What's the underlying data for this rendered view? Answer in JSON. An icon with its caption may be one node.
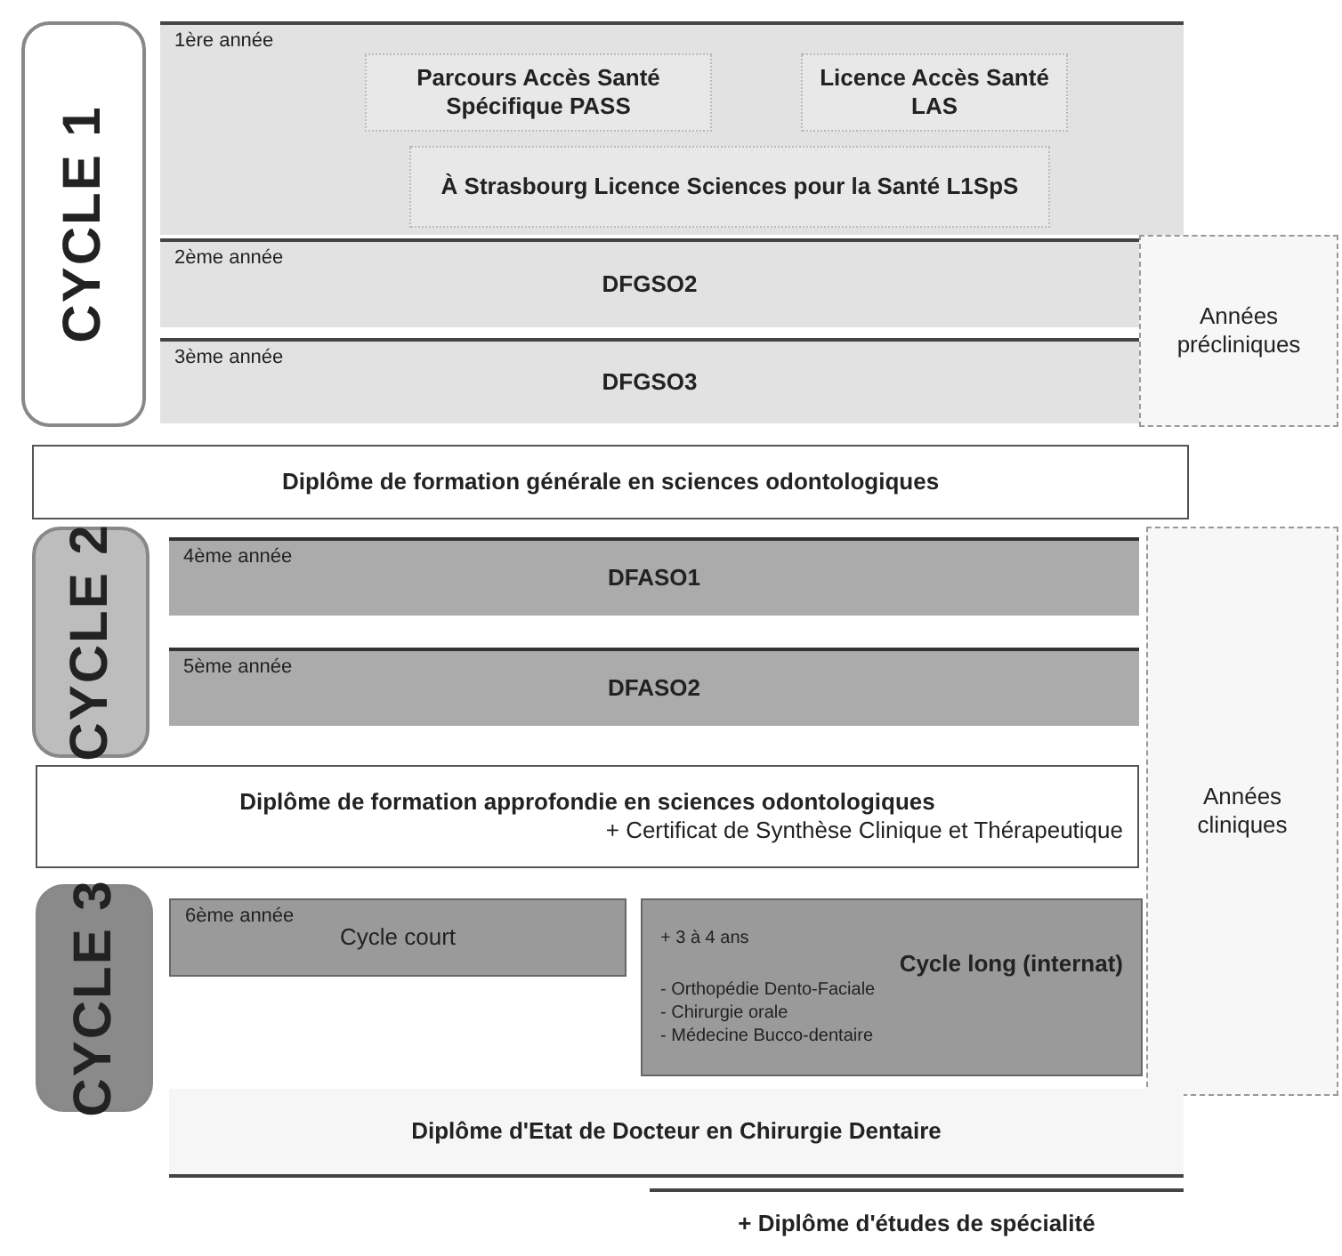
{
  "diagram": {
    "nodes": [
      {
        "text": [
          "CYCLE 1"
        ]
      },
      {
        "text": [
          "1ère année"
        ]
      },
      {
        "text": [
          "Parcours Accès Santé Spécifique PASS"
        ],
        "in": 1
      },
      {
        "text": [
          "Licence Accès Santé LAS"
        ],
        "in": 1
      },
      {
        "text": [
          "À Strasbourg Licence Sciences pour la Santé L1SpS"
        ],
        "in": 1
      },
      {
        "text": [
          "2ème année",
          "DFGSO2"
        ]
      },
      {
        "text": [
          "3ème année",
          "DFGSO3"
        ]
      },
      {
        "text": [
          "Années précliniques"
        ]
      },
      {
        "text": [
          "Diplôme de formation générale en sciences odontologiques"
        ]
      },
      {
        "text": [
          "CYCLE 2"
        ]
      },
      {
        "text": [
          "4ème année",
          "DFASO1"
        ]
      },
      {
        "text": [
          "5ème année",
          "DFASO2"
        ]
      },
      {
        "text": [
          "Années cliniques"
        ]
      },
      {
        "text": [
          "Diplôme de formation approfondie en sciences odontologiques",
          "+ Certificat de Synthèse Clinique et Thérapeutique"
        ]
      },
      {
        "text": [
          "CYCLE 3"
        ]
      },
      {
        "text": [
          "6ème année",
          "Cycle court"
        ]
      },
      {
        "text": [
          "+ 3 à 4 ans",
          "Cycle long (internat)",
          "- Orthopédie Dento-Faciale",
          "- Chirurgie orale",
          "- Médecine Bucco-dentaire"
        ]
      },
      {
        "text": [
          "Diplôme d'Etat de Docteur en Chirurgie Dentaire"
        ]
      },
      {
        "text": [
          "+ Diplôme d'études de spécialité"
        ]
      }
    ]
  }
}
